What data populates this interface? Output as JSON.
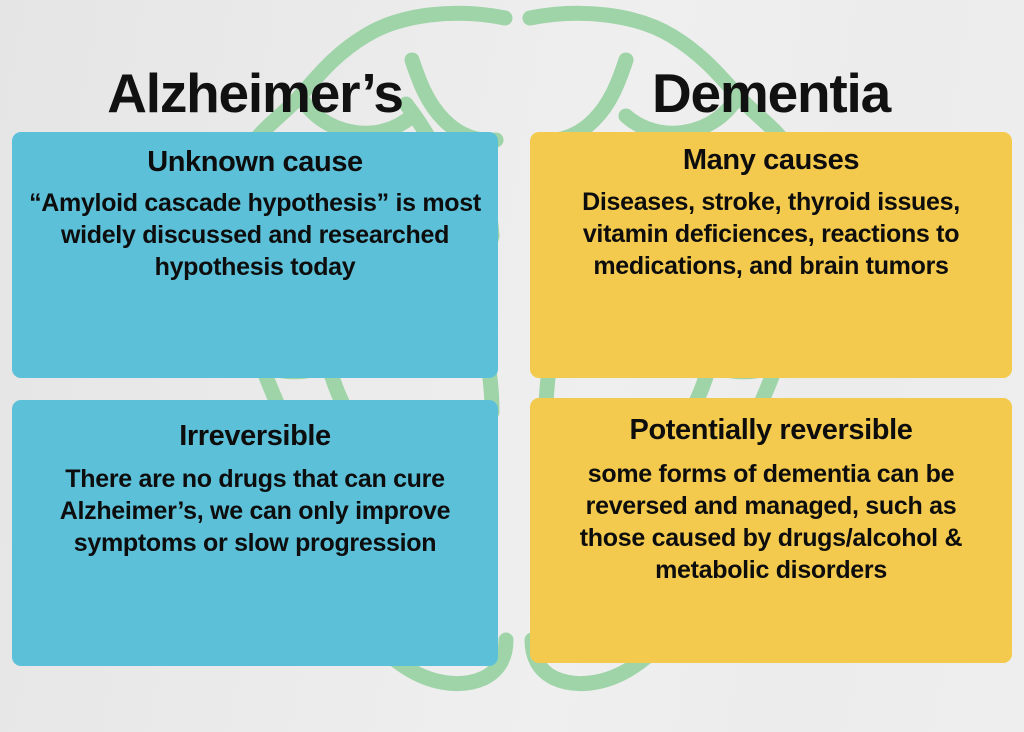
{
  "graphic": {
    "type": "comparison-infographic",
    "background_color": "#ececec",
    "background_illustration": "brain-outline-illustration",
    "illustration_color": "#9ed4a7"
  },
  "columns": [
    {
      "id": "alzheimers",
      "title": "Alzheimer’s",
      "accent_color": "#5cc0d9",
      "cards": [
        {
          "heading": "Unknown cause",
          "body": "“Amyloid cascade hypothesis” is most widely discussed and researched hypothesis today"
        },
        {
          "heading": "Irreversible",
          "body": "There are no drugs that can cure Alzheimer’s, we can only improve symptoms or slow progression"
        }
      ]
    },
    {
      "id": "dementia",
      "title": "Dementia",
      "accent_color": "#f3ca4e",
      "cards": [
        {
          "heading": "Many causes",
          "body": "Diseases, stroke, thyroid issues, vitamin deficiences, reactions to medications, and brain tumors"
        },
        {
          "heading": "Potentially reversible",
          "body": "some forms of dementia can be reversed and managed, such as those caused by drugs/alcohol & metabolic disorders"
        }
      ]
    }
  ]
}
